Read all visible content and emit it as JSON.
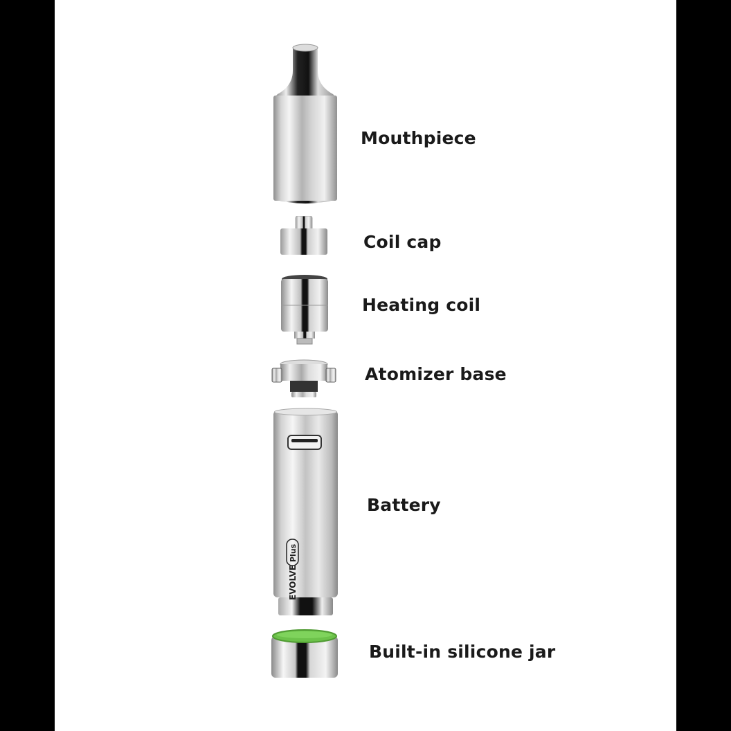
{
  "diagram": {
    "type": "exploded-product-view",
    "product_brand_text": "EVOLVE",
    "product_badge_text": "Plus",
    "components": [
      {
        "id": "mouthpiece",
        "label": "Mouthpiece"
      },
      {
        "id": "coil-cap",
        "label": "Coil cap"
      },
      {
        "id": "heating-coil",
        "label": "Heating coil"
      },
      {
        "id": "atomizer-base",
        "label": "Atomizer base"
      },
      {
        "id": "battery",
        "label": "Battery"
      },
      {
        "id": "silicone-jar",
        "label": "Built-in silicone jar"
      }
    ],
    "colors": {
      "background": "#ffffff",
      "letterbox": "#000000",
      "label_text": "#1a1a1a",
      "silicone_green": "#6cc24a",
      "metal": "#c8c8c8"
    }
  }
}
